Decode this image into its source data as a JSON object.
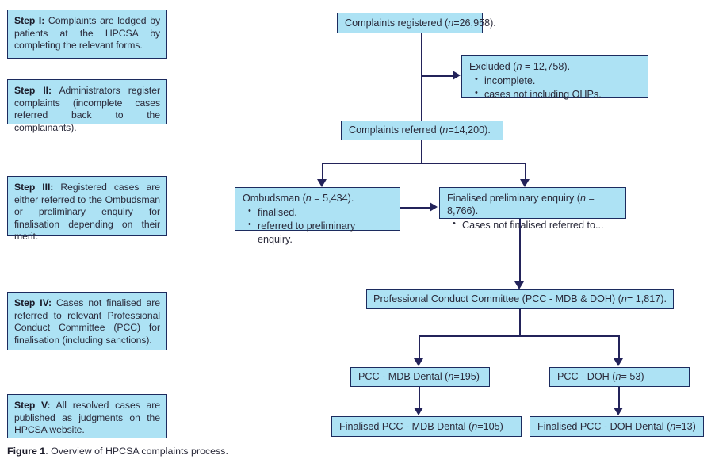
{
  "figure": {
    "caption_bold": "Figure 1",
    "caption_rest": ". Overview of HPCSA complaints process."
  },
  "colors": {
    "box_fill": "#ade2f4",
    "box_border": "#1c2b5e",
    "connector": "#23235a",
    "text": "#2a2a3a",
    "page_background": "#ffffff"
  },
  "steps": [
    {
      "label": "Step I:",
      "text": " Complaints are lodged by patients at the HPCSA by completing the relevant forms."
    },
    {
      "label": "Step II:",
      "text": " Administrators register complaints (incomplete cases referred back to the complainants)."
    },
    {
      "label": "Step III:",
      "text": " Registered cases are either referred to the Ombudsman or preliminary enquiry for finalisation depending on their merit."
    },
    {
      "label": "Step IV:",
      "text": " Cases not finalised are referred to relevant Professional Conduct Committee (PCC) for finalisation (including sanctions)."
    },
    {
      "label": "Step V:",
      "text": " All resolved cases are published as judgments on the HPCSA website."
    }
  ],
  "nodes": {
    "complaints_registered": {
      "text_before": "Complaints registered (",
      "n_italic": "n",
      "text_after": "=26,958)."
    },
    "excluded": {
      "head_before": "Excluded (",
      "head_italic": "n",
      "head_after": " = 12,758).",
      "bullets": [
        "incomplete.",
        "cases not including OHPs."
      ]
    },
    "complaints_referred": {
      "text_before": "Complaints referred (",
      "n_italic": "n",
      "text_after": "=14,200)."
    },
    "ombudsman": {
      "head_before": "Ombudsman (",
      "head_italic": "n",
      "head_after": " = 5,434).",
      "bullets": [
        "finalised.",
        "referred to preliminary enquiry."
      ]
    },
    "finalised_preliminary_enquiry": {
      "head_before": "Finalised preliminary enquiry (",
      "head_italic": "n",
      "head_after": " = 8,766).",
      "bullets": [
        "Cases not finalised referred to..."
      ]
    },
    "pcc_committee": {
      "text_before": "Professional Conduct Committee (PCC - MDB & DOH) (",
      "n_italic": "n",
      "text_after": " = 1,817)."
    },
    "pcc_mdb_dental": {
      "text_before": "PCC - MDB Dental (",
      "n_italic": "n",
      "text_after": "=195)"
    },
    "pcc_doh": {
      "text_before": "PCC - DOH (",
      "n_italic": "n",
      "text_after": " = 53)"
    },
    "finalised_pcc_mdb_dental": {
      "text_before": "Finalised PCC - MDB Dental (",
      "n_italic": "n",
      "text_after": "=105)"
    },
    "finalised_pcc_doh_dental": {
      "text_before": "Finalised PCC - DOH Dental (",
      "n_italic": "n",
      "text_after": "=13)"
    }
  },
  "chart_data": {
    "type": "diagram",
    "title": "Overview of HPCSA complaints process",
    "flow": [
      {
        "id": "complaints_registered",
        "label": "Complaints registered",
        "n": 26958
      },
      {
        "id": "excluded",
        "label": "Excluded",
        "n": 12758,
        "details": [
          "incomplete.",
          "cases not including OHPs."
        ]
      },
      {
        "id": "complaints_referred",
        "label": "Complaints referred",
        "n": 14200
      },
      {
        "id": "ombudsman",
        "label": "Ombudsman",
        "n": 5434,
        "details": [
          "finalised.",
          "referred to preliminary enquiry."
        ]
      },
      {
        "id": "finalised_preliminary_enquiry",
        "label": "Finalised preliminary enquiry",
        "n": 8766,
        "details": [
          "Cases not finalised referred to..."
        ]
      },
      {
        "id": "pcc_committee",
        "label": "Professional Conduct Committee (PCC - MDB & DOH)",
        "n": 1817
      },
      {
        "id": "pcc_mdb_dental",
        "label": "PCC - MDB Dental",
        "n": 195
      },
      {
        "id": "pcc_doh",
        "label": "PCC - DOH",
        "n": 53
      },
      {
        "id": "finalised_pcc_mdb_dental",
        "label": "Finalised PCC - MDB Dental",
        "n": 105
      },
      {
        "id": "finalised_pcc_doh_dental",
        "label": "Finalised PCC - DOH Dental",
        "n": 13
      }
    ],
    "edges": [
      {
        "from": "complaints_registered",
        "to": "excluded"
      },
      {
        "from": "complaints_registered",
        "to": "complaints_referred"
      },
      {
        "from": "complaints_referred",
        "to": "ombudsman"
      },
      {
        "from": "complaints_referred",
        "to": "finalised_preliminary_enquiry"
      },
      {
        "from": "ombudsman",
        "to": "finalised_preliminary_enquiry"
      },
      {
        "from": "finalised_preliminary_enquiry",
        "to": "pcc_committee"
      },
      {
        "from": "pcc_committee",
        "to": "pcc_mdb_dental"
      },
      {
        "from": "pcc_committee",
        "to": "pcc_doh"
      },
      {
        "from": "pcc_mdb_dental",
        "to": "finalised_pcc_mdb_dental"
      },
      {
        "from": "pcc_doh",
        "to": "finalised_pcc_doh_dental"
      }
    ]
  }
}
